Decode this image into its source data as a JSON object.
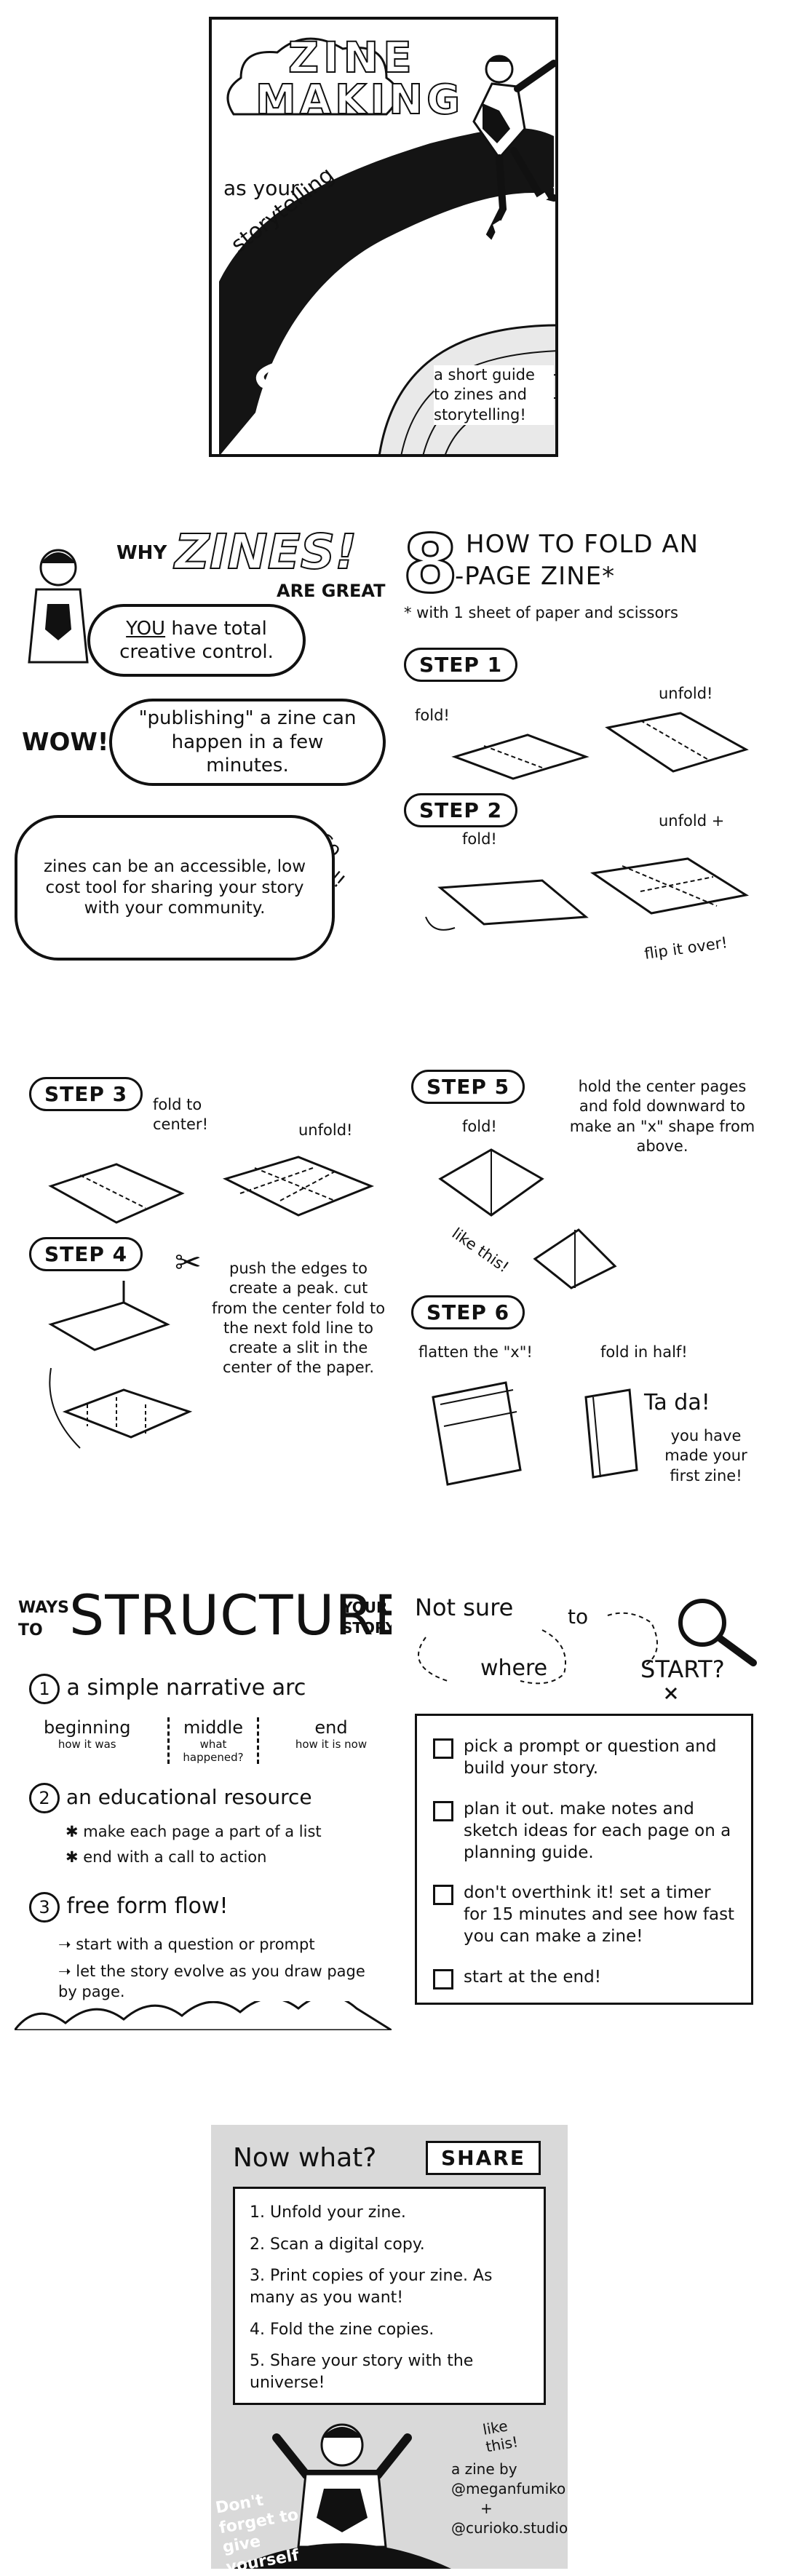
{
  "cover": {
    "title_line1": "ZINE",
    "title_line2": "MAKING",
    "as_your": "as your",
    "storytelling": "storytelling",
    "superpower": "SUPERPOWER",
    "guide_text": "a short guide to zines and storytelling!"
  },
  "why": {
    "why": "WHY",
    "zines": "ZINES!",
    "are_great": "ARE GREAT",
    "bubble1_em": "YOU",
    "bubble1_rest": "have total creative control.",
    "wow": "WOW!",
    "bubble2": "\"publishing\" a zine can happen in a few minutes.",
    "so_cool": "So cool!",
    "bubble3": "zines can be an accessible, low cost tool for sharing your story with your community."
  },
  "howto": {
    "eight": "8",
    "title_a": "HOW TO FOLD AN",
    "title_b": "-PAGE ZINE*",
    "subtitle": "* with 1 sheet of paper and scissors",
    "step1": "STEP 1",
    "step1_fold": "fold!",
    "step1_unfold": "unfold!",
    "step2": "STEP 2",
    "step2_fold": "fold!",
    "step2_unfold": "unfold +",
    "step2_flip": "flip it over!"
  },
  "steps34": {
    "step3": "STEP 3",
    "fold_center": "fold to center!",
    "unfold": "unfold!",
    "step4": "STEP 4",
    "step4_text": "push the edges to create a peak. cut from the center fold to the next fold line to create a slit in the center of the paper."
  },
  "steps56": {
    "step5": "STEP 5",
    "step5_fold": "fold!",
    "step5_text": "hold the center pages and fold downward to make an \"x\" shape from above.",
    "like_this": "like this!",
    "step6": "STEP 6",
    "flatten": "flatten the \"x\"!",
    "fold_half": "fold in half!",
    "tada": "Ta da!",
    "tada_rest": "you have made your first zine!"
  },
  "structure": {
    "ways_to": "WAYS TO",
    "structure": "STRUCTURE",
    "your_story": "YOUR STORY",
    "item1": "a simple narrative arc",
    "beginning": "beginning",
    "beginning_sub": "how it was",
    "middle": "middle",
    "middle_sub": "what happened?",
    "end": "end",
    "end_sub": "how it is now",
    "item2": "an educational resource",
    "item2_b1": "make each page a part of a list",
    "item2_b2": "end with a call to action",
    "item3": "free form flow!",
    "item3_b1": "start with a question or prompt",
    "item3_b2": "let the story evolve as you draw page by page."
  },
  "start": {
    "not_sure": "Not sure",
    "where": "where",
    "to": "to",
    "start": "START?",
    "items": [
      "pick a prompt or question and build your story.",
      "plan it out. make notes and sketch ideas for each page on a planning guide.",
      "don't overthink it! set a timer for 15 minutes and see how fast you can make a zine!",
      "start at the end!"
    ]
  },
  "nowwhat": {
    "title": "Now what?",
    "share": "SHARE",
    "items": [
      "1. Unfold your zine.",
      "2. Scan a digital copy.",
      "3. Print copies of your zine. As many as you want!",
      "4. Fold the zine copies.",
      "5. Share your story with the universe!"
    ],
    "like_this": "like this!",
    "credit": "Don't forget to give yourself credit!",
    "zine_by": "a zine by",
    "handle1": "@meganfumiko",
    "plus": "+",
    "handle2": "@curioko.studio"
  }
}
